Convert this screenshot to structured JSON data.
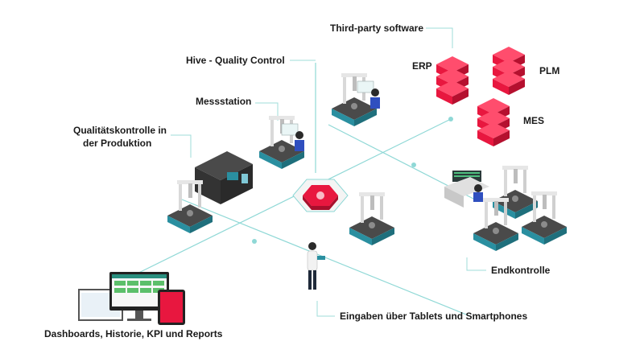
{
  "labels": {
    "third_party": "Third-party software",
    "hive": "Hive - Quality Control",
    "erp": "ERP",
    "plm": "PLM",
    "mes": "MES",
    "messstation": "Messstation",
    "qk_line1": "Qualitätskontrolle in",
    "qk_line2": "der Produktion",
    "endkontrolle": "Endkontrolle",
    "eingaben": "Eingaben über Tablets und Smartphones",
    "dashboards": "Dashboards, Historie, KPI und Reports"
  },
  "colors": {
    "connector": "#7fd4d2",
    "software_stack": "#e8173f",
    "hub": "#e8173f",
    "leader": "#9fdcda",
    "machine_base": "#3a3a3a",
    "machine_teal": "#2a8fa0"
  },
  "icons": {
    "hub": "hive-hub-icon",
    "software": "stacked-blocks-icon",
    "machine": "cmm-machine-icon",
    "operator": "operator-workstation-icon",
    "person": "technician-with-tablet-icon",
    "devices": "dashboard-devices-icon"
  }
}
